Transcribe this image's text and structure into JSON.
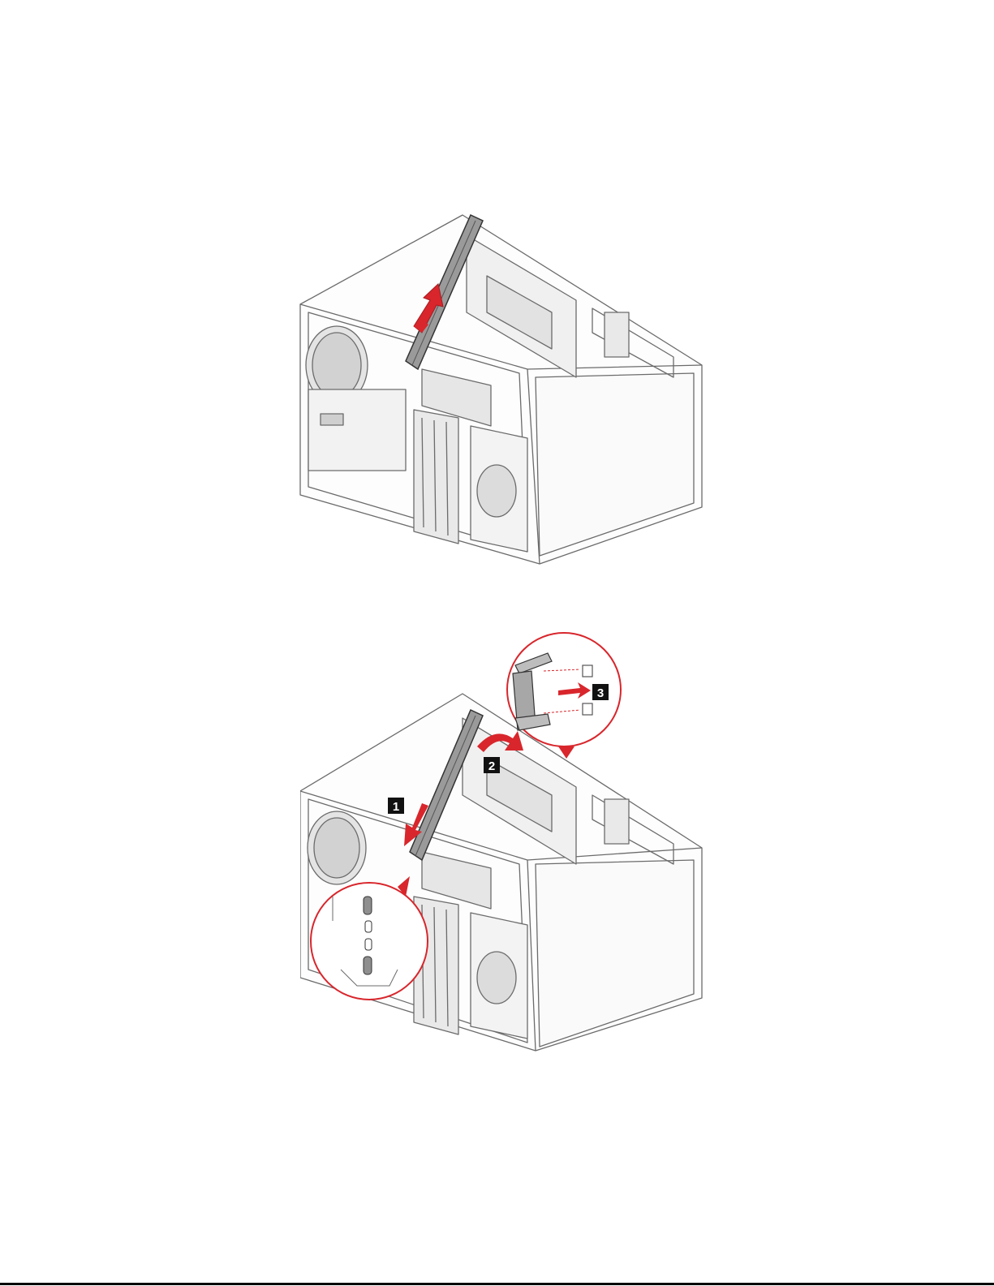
{
  "figures": [
    {
      "id": "remove-bracket",
      "callouts": []
    },
    {
      "id": "install-bracket",
      "callouts": [
        {
          "number": "1"
        },
        {
          "number": "2"
        },
        {
          "number": "3"
        }
      ]
    }
  ],
  "colors": {
    "arrow": "#d8262c",
    "line": "#555555",
    "callout_bg": "#111111"
  }
}
